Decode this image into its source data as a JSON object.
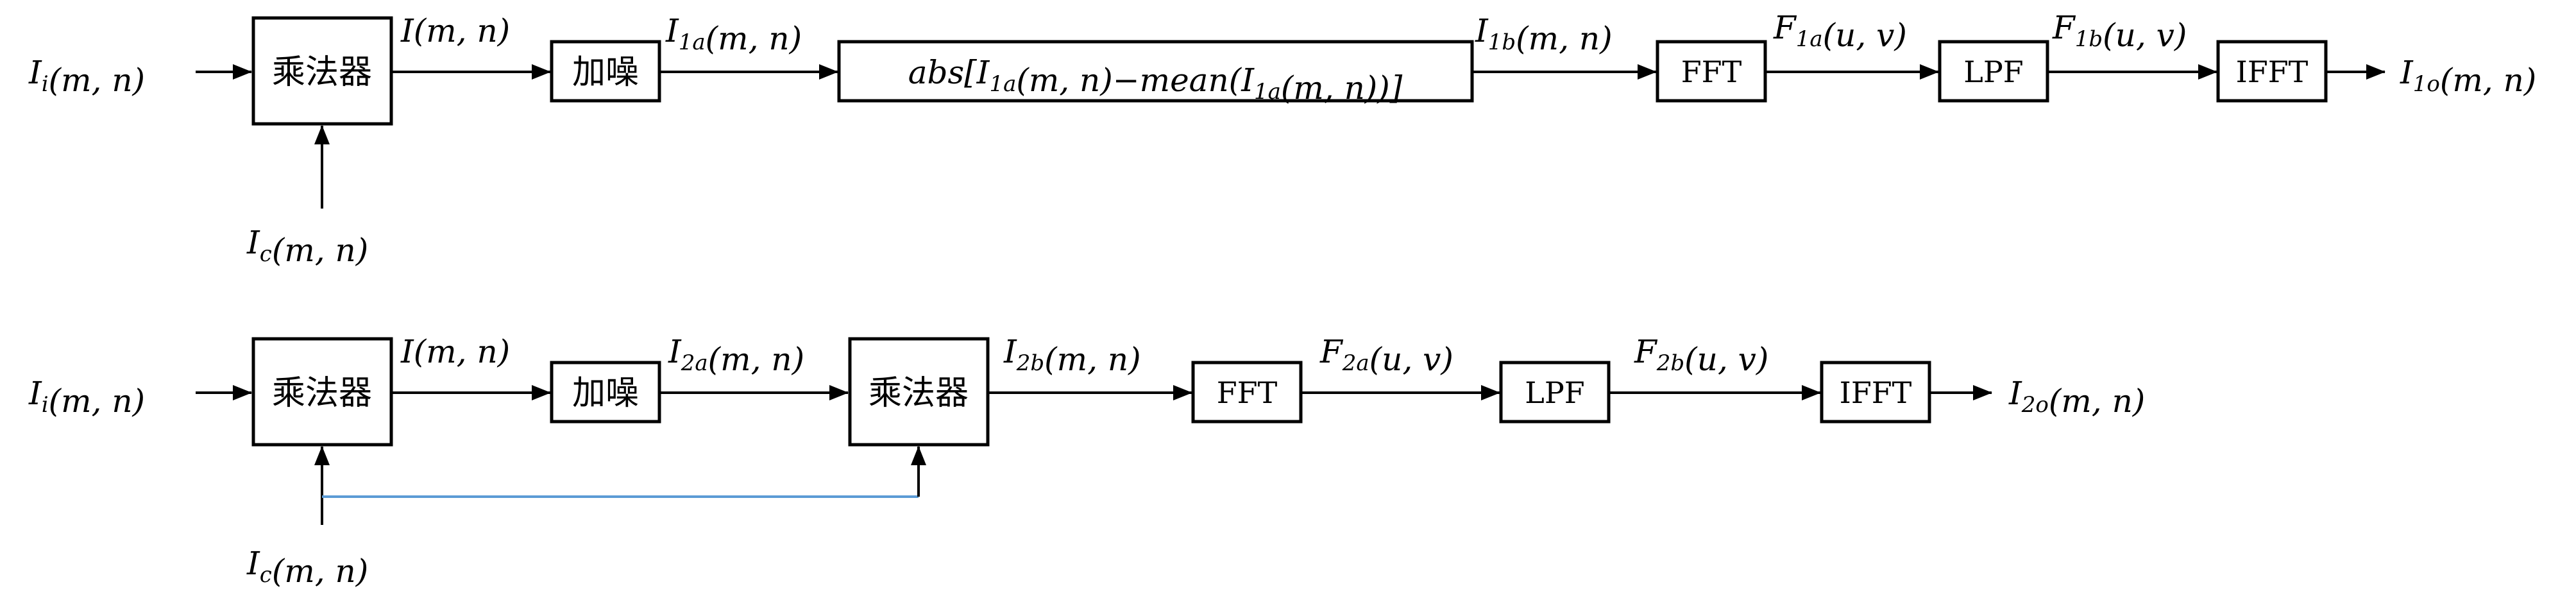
{
  "diagram": {
    "row1": {
      "input_label": "I_i(m, n)",
      "mult_label": "乘法器",
      "carrier_label": "I_c(m, n)",
      "sig_I": "I(m, n)",
      "noise_label": "加噪",
      "sig_I1a": "I_1a(m, n)",
      "abs_block": "abs[I_1a(m, n)−mean(I_1a(m, n))]",
      "sig_I1b": "I_1b(m, n)",
      "fft_label": "FFT",
      "sig_F1a": "F_1a(u, v)",
      "lpf_label": "LPF",
      "sig_F1b": "F_1b(u, v)",
      "ifft_label": "IFFT",
      "output_label": "I_1o(m, n)"
    },
    "row2": {
      "input_label": "I_i(m, n)",
      "mult1_label": "乘法器",
      "carrier_label": "I_c(m, n)",
      "sig_I": "I(m, n)",
      "noise_label": "加噪",
      "sig_I2a": "I_2a(m, n)",
      "mult2_label": "乘法器",
      "sig_I2b": "I_2b(m, n)",
      "fft_label": "FFT",
      "sig_F2a": "F_2a(u, v)",
      "lpf_label": "LPF",
      "sig_F2b": "F_2b(u, v)",
      "ifft_label": "IFFT",
      "output_label": "I_2o(m, n)"
    },
    "colors": {
      "wire": "#000000",
      "feed_line": "#5b9bd5"
    }
  }
}
